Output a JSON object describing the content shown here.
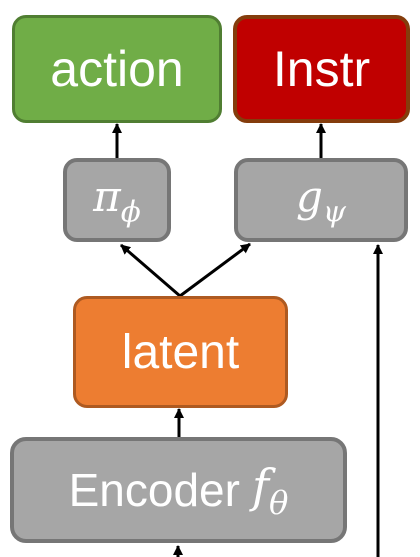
{
  "nodes": {
    "action": "action",
    "instr": "Instr",
    "policy": {
      "base": "π",
      "sub": "ϕ"
    },
    "generator": {
      "base": "g",
      "sub": "ψ"
    },
    "latent": "latent",
    "encoder": {
      "label": "Encoder",
      "base": "f",
      "sub": "θ"
    }
  },
  "colors": {
    "action_fill": "#70ad47",
    "instr_fill": "#c00000",
    "latent_fill": "#ed7d31",
    "module_fill": "#a6a6a6",
    "arrow": "#000000"
  }
}
